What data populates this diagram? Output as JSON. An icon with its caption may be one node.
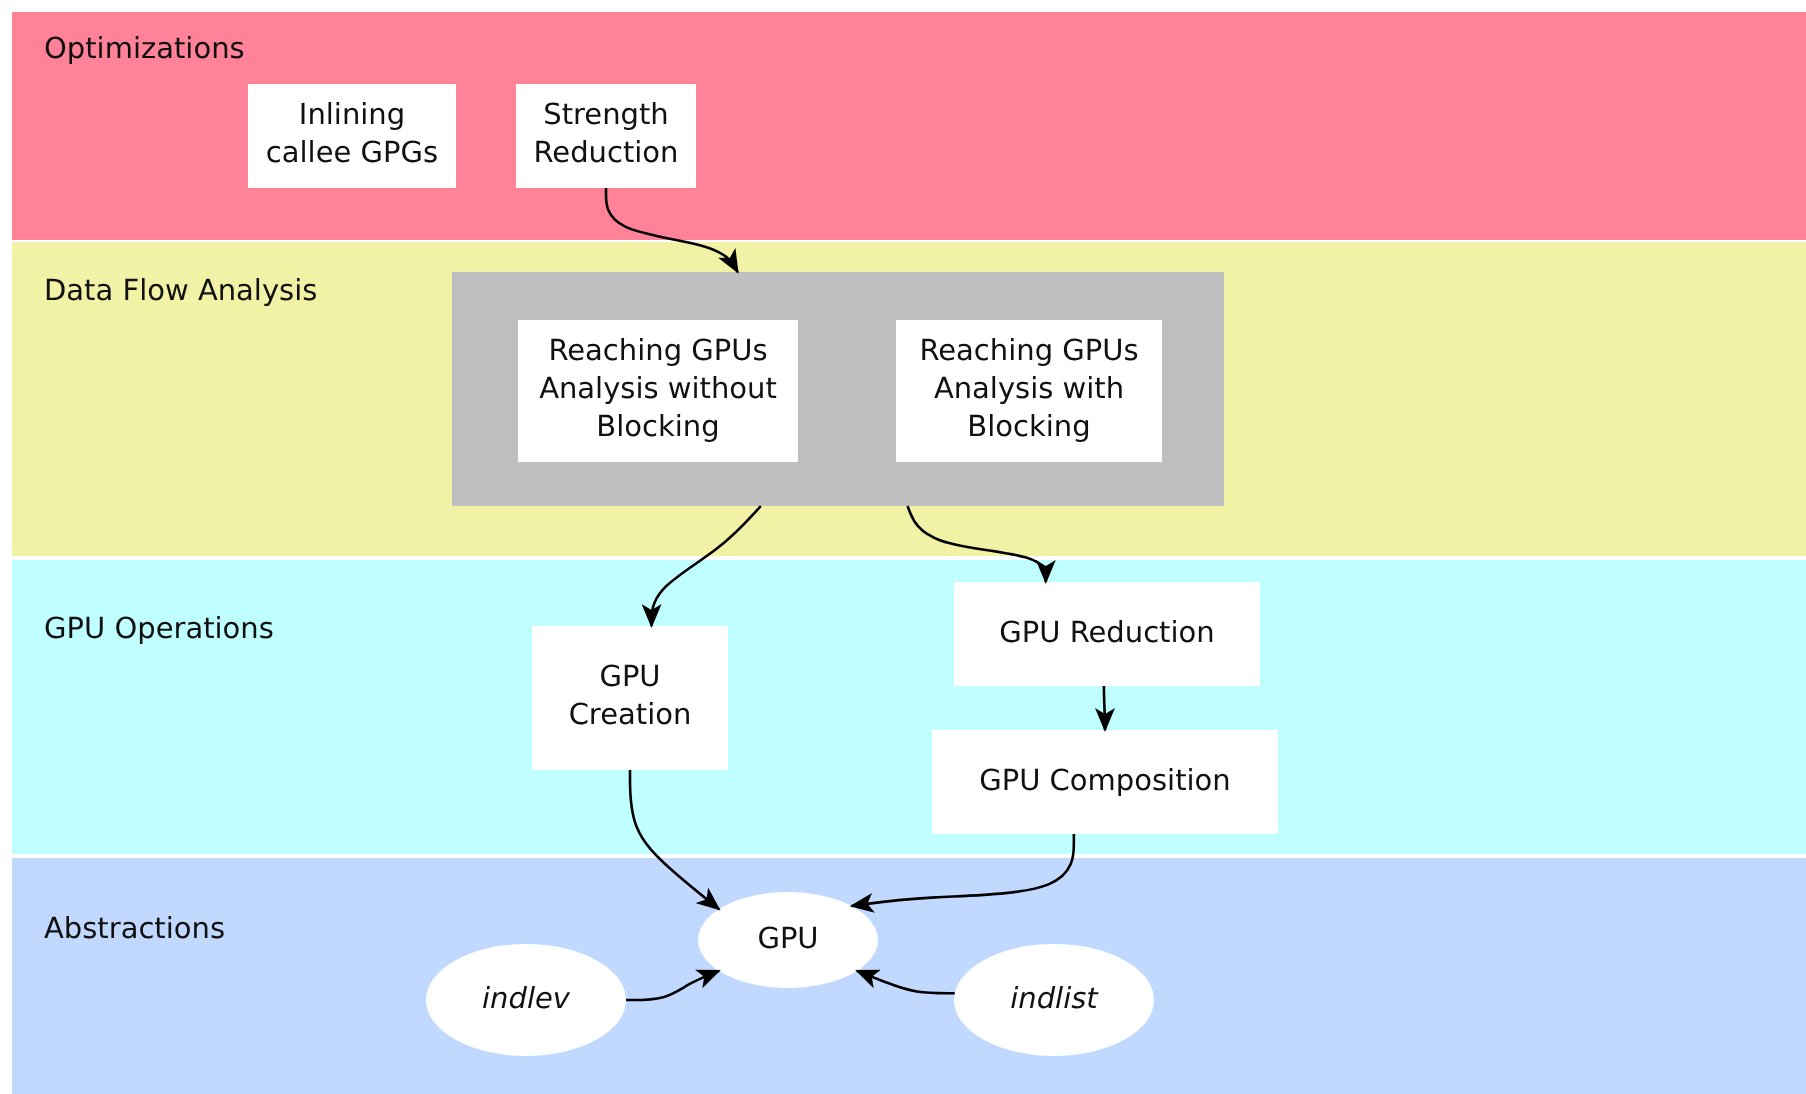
{
  "diagram": {
    "nodes": [
      {
        "text": [
          "Optimizations"
        ]
      },
      {
        "text": [
          "Inlining callee GPGs"
        ],
        "in": 0
      },
      {
        "text": [
          "Strength Reduction"
        ],
        "in": 0
      },
      {
        "text": [
          "Data Flow Analysis"
        ]
      },
      {
        "text": [],
        "shape": "box",
        "in": 3
      },
      {
        "text": [
          "Reaching GPUs Analysis without Blocking"
        ],
        "in": 4
      },
      {
        "text": [
          "Reaching GPUs Analysis with Blocking"
        ],
        "in": 4
      },
      {
        "text": [
          "GPU Operations"
        ]
      },
      {
        "text": [
          "GPU Creation"
        ],
        "in": 7
      },
      {
        "text": [
          "GPU Reduction"
        ],
        "in": 7
      },
      {
        "text": [
          "GPU Composition"
        ],
        "in": 7
      },
      {
        "text": [
          "Abstractions"
        ]
      },
      {
        "text": [
          "GPU"
        ],
        "in": 11
      },
      {
        "text": [
          "indlev"
        ],
        "in": 11
      },
      {
        "text": [
          "indlist"
        ],
        "in": 11
      }
    ],
    "edges": [
      {
        "from": 2,
        "to": 4,
        "arrow": "to"
      },
      {
        "from": 4,
        "to": 8,
        "arrow": "to"
      },
      {
        "from": 4,
        "to": 9,
        "arrow": "to"
      },
      {
        "from": 9,
        "to": 10,
        "arrow": "to"
      },
      {
        "from": 8,
        "to": 12,
        "arrow": "to"
      },
      {
        "from": 10,
        "to": 12,
        "arrow": "to"
      },
      {
        "from": 13,
        "to": 12,
        "arrow": "to"
      },
      {
        "from": 14,
        "to": 12,
        "arrow": "to"
      }
    ]
  }
}
